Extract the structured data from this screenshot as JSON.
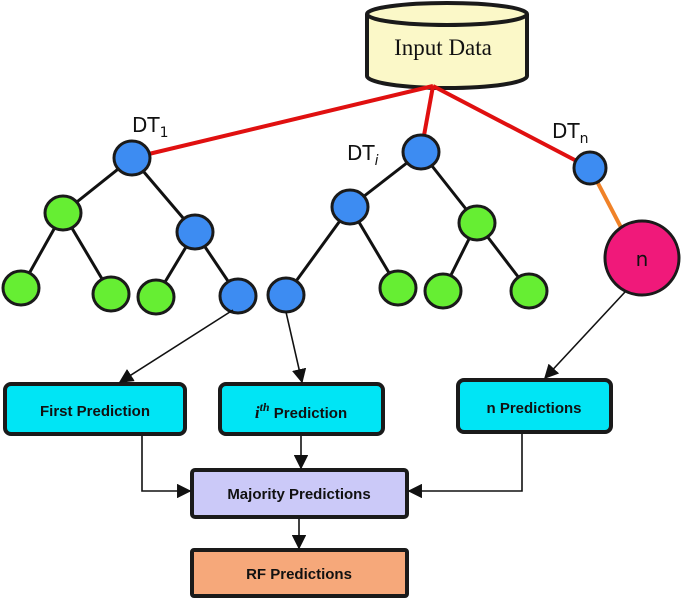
{
  "input": {
    "label": "Input Data"
  },
  "trees": {
    "first": {
      "label": "DT",
      "sub": "1"
    },
    "middle": {
      "label": "DT",
      "sub": "i"
    },
    "last": {
      "label": "DT",
      "sub": "n"
    }
  },
  "n_node": {
    "label": "n"
  },
  "predictions": {
    "first": "First Prediction",
    "ith_sup": "th",
    "ith_base": "i",
    "ith_rest": " Prediction",
    "n": "n Predictions"
  },
  "majority": {
    "label": "Majority Predictions"
  },
  "rf": {
    "label": "RF Predictions"
  },
  "colors": {
    "internal_node": "#3d8cf2",
    "leaf_node": "#66ee33",
    "n_node": "#f0197a",
    "split_edge": "#e01010",
    "n_edge": "#f08228",
    "prediction_box": "#00e5f5",
    "majority_box": "#cbc9f8",
    "rf_box": "#f6a87a",
    "cylinder": "#fbf8c8",
    "stroke": "#1a1a1a"
  }
}
